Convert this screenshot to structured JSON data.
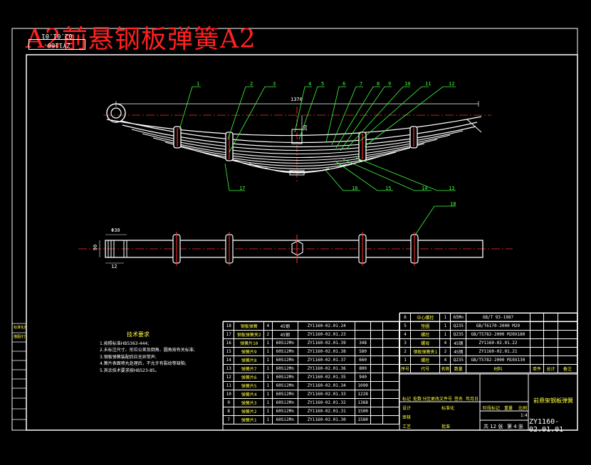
{
  "title": "A2前悬钢板弹簧A2",
  "drawing_number": "ZY1160-02.01.01",
  "tech_req": {
    "title": "技术要求",
    "lines": [
      "1.按照标准HB5363-444;",
      "2.未标注尺寸、形位公差及倒角、圆角按有关标准;",
      "3.钢板弹簧装配后应无异常声;",
      "4.簧片表面喷丸处理后，不允许有裂纹等缺陷;",
      "5.其余技术要求按HB523-85。"
    ]
  },
  "left_cells": [
    "标准化检查",
    "描图/打印",
    "",
    "",
    ""
  ],
  "parts_left": [
    {
      "no": "18",
      "name": "钢板弹簧",
      "qty": "4",
      "material": "45钢",
      "code": "ZY1160-02.01.24",
      "extra": ""
    },
    {
      "no": "17",
      "name": "钢板弹簧夹2",
      "qty": "2",
      "material": "45钢",
      "code": "ZY1160-02.01.23",
      "extra": ""
    },
    {
      "no": "16",
      "name": "弹簧片10",
      "qty": "1",
      "material": "60Si2Mn",
      "code": "ZY1160-02.01.39",
      "extra": "348"
    },
    {
      "no": "15",
      "name": "弹簧片9",
      "qty": "1",
      "material": "60Si2Mn",
      "code": "ZY1160-02.01.38",
      "extra": "580"
    },
    {
      "no": "14",
      "name": "弹簧片8",
      "qty": "1",
      "material": "60Si2Mn",
      "code": "ZY1160-02.01.37",
      "extra": "660"
    },
    {
      "no": "13",
      "name": "弹簧片7",
      "qty": "1",
      "material": "60Si2Mn",
      "code": "ZY1160-02.01.36",
      "extra": "800"
    },
    {
      "no": "12",
      "name": "弹簧片6",
      "qty": "1",
      "material": "60Si2Mn",
      "code": "ZY1160-02.01.35",
      "extra": "940"
    },
    {
      "no": "11",
      "name": "弹簧片5",
      "qty": "1",
      "material": "60Si2Mn",
      "code": "ZY1160-02.01.34",
      "extra": "1090"
    },
    {
      "no": "10",
      "name": "弹簧片4",
      "qty": "1",
      "material": "60Si2Mn",
      "code": "ZY1160-02.01.33",
      "extra": "1228"
    },
    {
      "no": "9",
      "name": "弹簧片3",
      "qty": "1",
      "material": "60Si2Mn",
      "code": "ZY1160-02.01.32",
      "extra": "1368"
    },
    {
      "no": "8",
      "name": "弹簧片2",
      "qty": "1",
      "material": "60Si2Mn",
      "code": "ZY1160-02.01.31",
      "extra": "1500"
    },
    {
      "no": "7",
      "name": "弹簧片1",
      "qty": "1",
      "material": "60Si2Mn",
      "code": "ZY1160-02.01.30",
      "extra": "1580"
    }
  ],
  "parts_right": [
    {
      "no": "6",
      "name": "中心螺栓",
      "qty": "1",
      "material": "65Mn",
      "code": "GB/T 93-1987"
    },
    {
      "no": "5",
      "name": "垫圈",
      "qty": "1",
      "material": "Q235",
      "code": "GB/T6170-2000  M20"
    },
    {
      "no": "4",
      "name": "螺栓",
      "qty": "1",
      "material": "Q235",
      "code": "GB/T5782-2000  M20X180"
    },
    {
      "no": "3",
      "name": "螺母",
      "qty": "4",
      "material": "45钢",
      "code": "ZY1160-02.01.22"
    },
    {
      "no": "2",
      "name": "钢板弹簧夹1",
      "qty": "2",
      "material": "45钢",
      "code": "ZY1160-02.01.21"
    },
    {
      "no": "1",
      "name": "螺栓",
      "qty": "4",
      "material": "Q235",
      "code": "GB/T5782-2000  M10X130"
    }
  ],
  "header_right": [
    "序号",
    "代号",
    "名称",
    "数量",
    "材料",
    "单件",
    "总计",
    "备注"
  ],
  "title_block": {
    "name": "前悬架钢板弹簧",
    "code": "ZY1160-02.01.01",
    "total": "共 12 张",
    "sheet": "第 4 张",
    "scale": "1:4",
    "labels": [
      "标记",
      "处数",
      "分区",
      "更改文件号",
      "签名",
      "年月日",
      "设计",
      "标准化",
      "审核",
      "工艺",
      "批准",
      "阶段标记",
      "重量",
      "比例"
    ]
  },
  "dims": {
    "span": "1370",
    "center": "30",
    "width_label": "Φ30",
    "w1": "90",
    "w2": "12"
  },
  "callouts_top": [
    "1",
    "2",
    "3",
    "4",
    "5",
    "6",
    "7",
    "8",
    "9",
    "10",
    "11",
    "12"
  ],
  "callouts_bottom": [
    "17",
    "16",
    "15",
    "14",
    "13"
  ],
  "callout_18": "18"
}
